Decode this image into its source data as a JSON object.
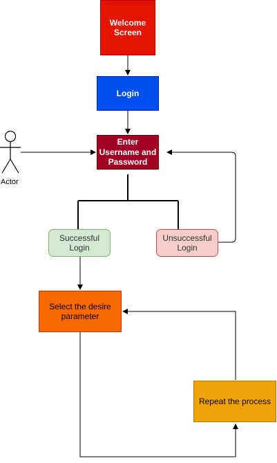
{
  "nodes": {
    "welcome": {
      "text": "Welcome Screen",
      "fill": "#e51400",
      "stroke": "#b20000",
      "color": "#ffffff"
    },
    "login": {
      "text": "Login",
      "fill": "#0050ef",
      "stroke": "#001dbc",
      "color": "#ffffff"
    },
    "enter": {
      "text": "Enter Username and Password",
      "fill": "#a20025",
      "stroke": "#6f0000",
      "color": "#ffffff"
    },
    "success": {
      "text": "Successful Login",
      "fill": "#d5e8d4",
      "stroke": "#82b366",
      "color": "#333333"
    },
    "unsuccess": {
      "text": "Unsuccessful Login",
      "fill": "#f8cecc",
      "stroke": "#b85450",
      "color": "#333333"
    },
    "select": {
      "text": "Select the desire parameter",
      "fill": "#fa6800",
      "stroke": "#c73500",
      "color": "#000000"
    },
    "repeat": {
      "text": "Repeat the process",
      "fill": "#f0a30a",
      "stroke": "#bd7000",
      "color": "#000000"
    }
  },
  "actor": {
    "label": "Actor"
  }
}
